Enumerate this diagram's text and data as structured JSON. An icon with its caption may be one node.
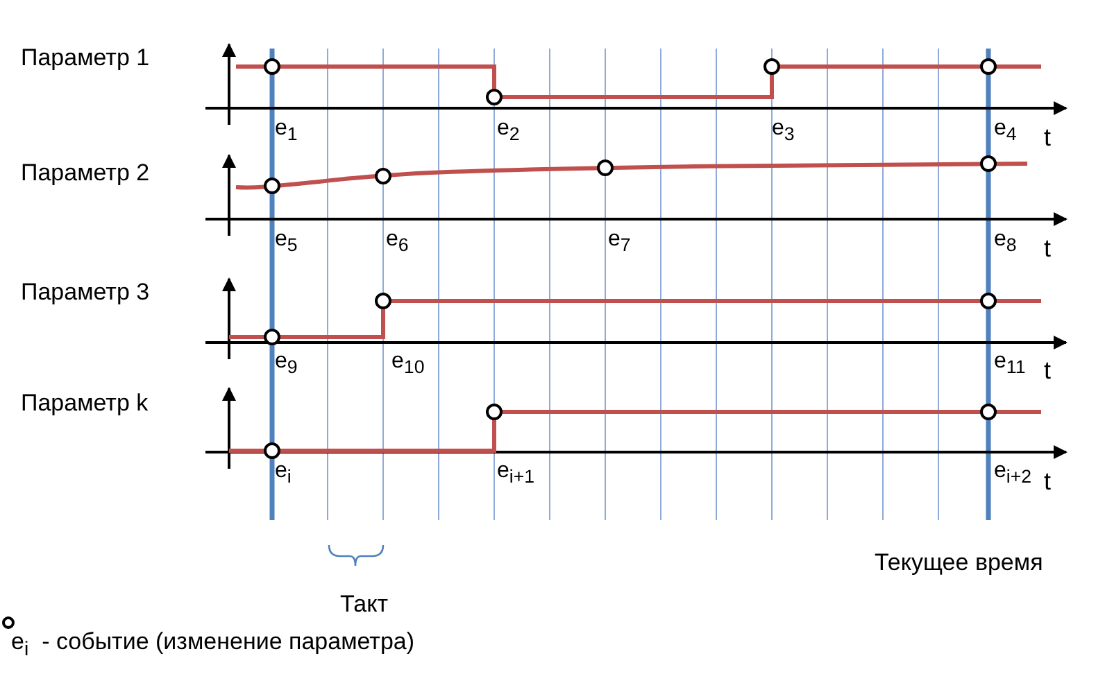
{
  "diagram": {
    "labels": [
      "Параметр 1",
      "e$_{1}$",
      "e$_{2}$",
      "e$_{3}$",
      "e$_{4}$",
      "t",
      "Параметр 2",
      "e$_{5}$",
      "e$_{6}$",
      "e$_{7}$",
      "e$_{8}$",
      "t",
      "Параметр 3",
      "e$_{9}$",
      "e$_{10}$",
      "e$_{11}$",
      "t",
      "Параметр k",
      "e$_{i}$",
      "e$_{i+1}$",
      "e$_{i+2}$",
      "t",
      "Текущее время",
      "Такт"
    ],
    "legend": [
      {
        "text": "e$_{i}$  - событие (изменение параметра)"
      }
    ]
  }
}
